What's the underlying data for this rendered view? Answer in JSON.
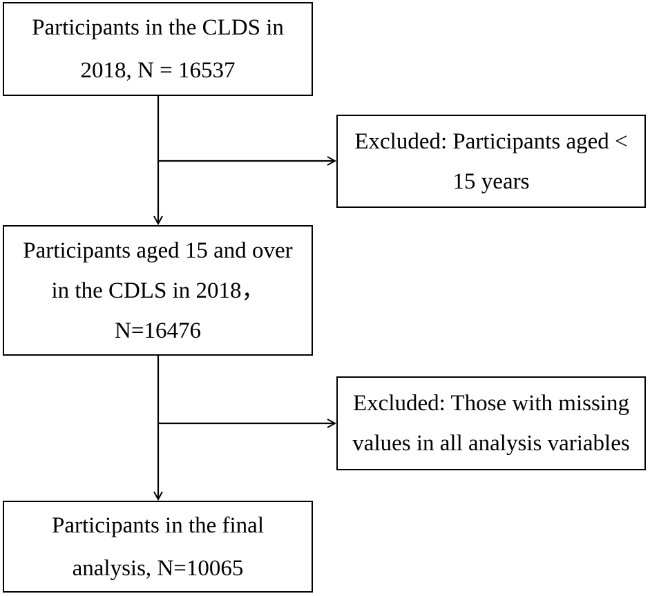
{
  "flow": {
    "box1": {
      "lines": [
        "Participants in the CLDS in",
        "2018, N = 16537"
      ]
    },
    "exclusion1": {
      "lines": [
        "Excluded: Participants aged <",
        "15 years"
      ]
    },
    "box2": {
      "lines": [
        "Participants aged 15 and over",
        "in the CDLS in 2018，",
        "N=16476"
      ]
    },
    "exclusion2": {
      "lines": [
        "Excluded: Those with missing",
        "values in all analysis variables"
      ]
    },
    "box3": {
      "lines": [
        "Participants in the final",
        "analysis, N=10065"
      ]
    }
  },
  "colors": {
    "stroke": "#000000",
    "background": "#ffffff"
  }
}
